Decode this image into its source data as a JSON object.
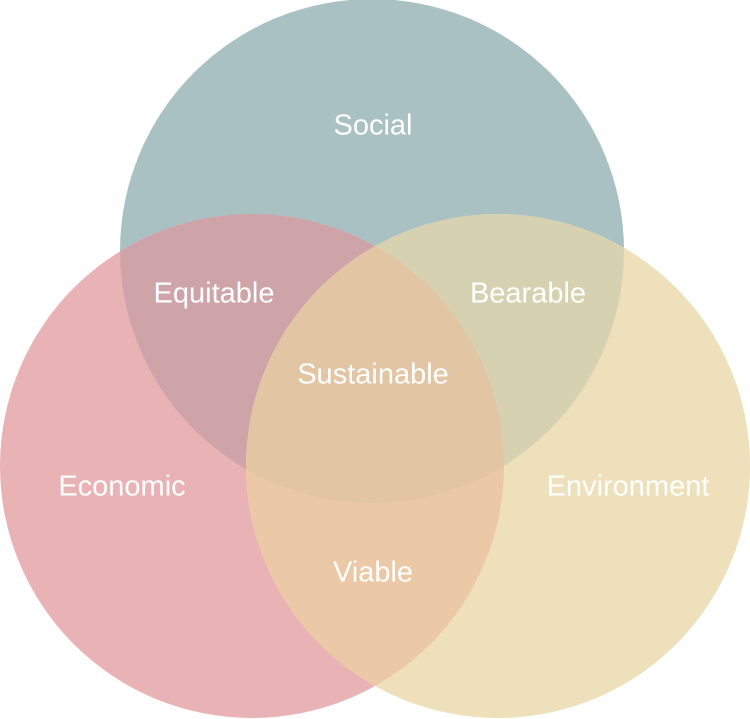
{
  "circles": {
    "social": {
      "label": "Social",
      "color": "#a9c1c3"
    },
    "economic": {
      "label": "Economic",
      "color": "#e9b3b6"
    },
    "environment": {
      "label": "Environment",
      "color": "#eee0bb"
    }
  },
  "overlaps": {
    "social_economic": {
      "label": "Equitable",
      "color": "#cfa4a8"
    },
    "social_environment": {
      "label": "Bearable",
      "color": "#d6d2b1"
    },
    "economic_environment": {
      "label": "Viable",
      "color": "#ebc9a6"
    },
    "all_three": {
      "label": "Sustainable",
      "color": "#e2c5a3"
    }
  }
}
